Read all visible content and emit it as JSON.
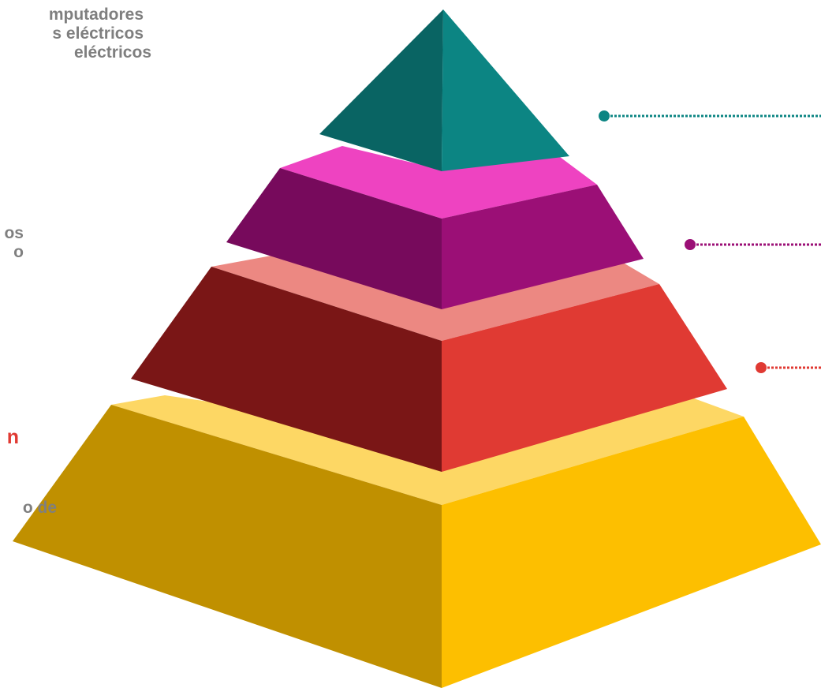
{
  "side_text": {
    "top_lines": [
      "mputadores",
      "s eléctricos",
      "eléctricos"
    ],
    "mid_lines": [
      "os",
      "o"
    ],
    "red_text": "n",
    "bottom_text": "o de"
  },
  "colors": {
    "teal_dark": "#096463",
    "teal_light": "#0c8583",
    "pink_top": "#ee43c1",
    "purple_dark": "#770a5c",
    "purple_light": "#9b0f76",
    "salmon_top": "#ec8882",
    "red_dark": "#7a1616",
    "red_light": "#e03a33",
    "yellow_top": "#fdd764",
    "gold_dark": "#c09000",
    "gold_light": "#fdbf00"
  }
}
